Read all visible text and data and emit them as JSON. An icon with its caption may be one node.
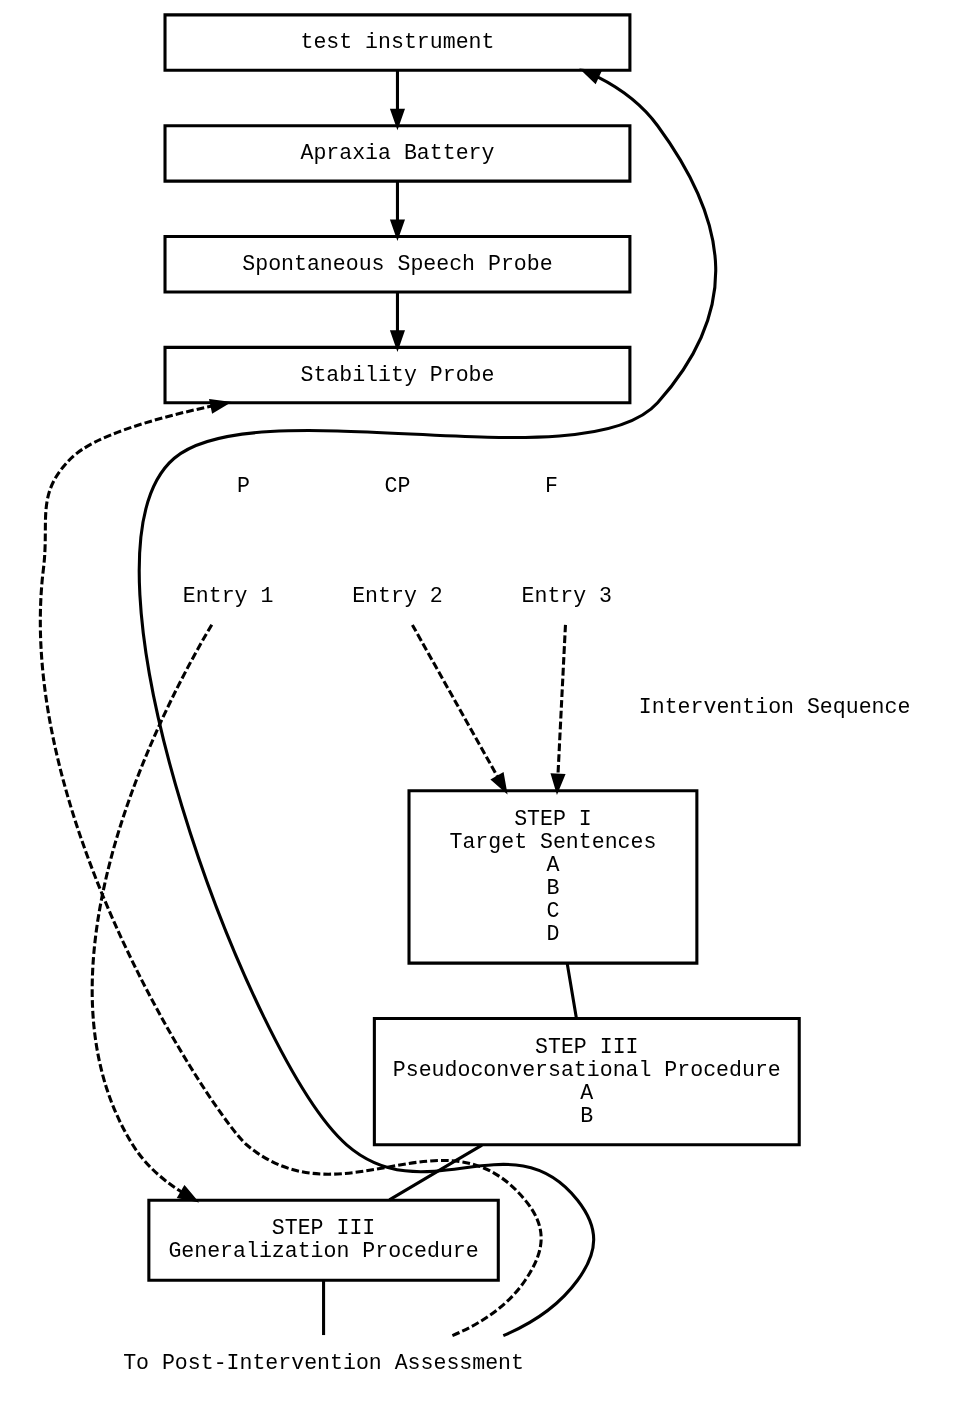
{
  "diagram": {
    "nodes": [
      {
        "text": [
          "test instrument"
        ]
      },
      {
        "text": [
          "Apraxia Battery"
        ]
      },
      {
        "text": [
          "Spontaneous Speech Probe"
        ]
      },
      {
        "text": [
          "Stability Probe"
        ]
      },
      {
        "text": [
          "Entry 1"
        ]
      },
      {
        "text": [
          "Entry 2"
        ]
      },
      {
        "text": [
          "Entry 3"
        ]
      },
      {
        "text": [
          "STEP I",
          "Target Sentences",
          "A",
          "B",
          "C",
          "D"
        ]
      },
      {
        "text": [
          "STEP III",
          "Pseudoconversational Procedure",
          "A",
          "B"
        ]
      },
      {
        "text": [
          "STEP III",
          "Generalization Procedure"
        ]
      },
      {
        "text": [
          "To Post-Intervention Assessment"
        ]
      }
    ],
    "edges": [
      {
        "from": 0,
        "to": 1,
        "arrow": "to"
      },
      {
        "from": 1,
        "to": 2,
        "arrow": "to"
      },
      {
        "from": 2,
        "to": 3,
        "arrow": "to"
      },
      {
        "from": 10,
        "to": 3,
        "arrow": "to",
        "style": "dashed"
      },
      {
        "from": 6,
        "to": 7,
        "arrow": "to",
        "style": "dashed"
      },
      {
        "from": 5,
        "to": 7,
        "arrow": "to",
        "style": "dashed"
      },
      {
        "from": 4,
        "to": 9,
        "arrow": "to",
        "style": "dashed"
      },
      {
        "from": 7,
        "to": 8,
        "arrow": "none"
      },
      {
        "from": 8,
        "to": 9,
        "arrow": "none"
      },
      {
        "from": 9,
        "to": 10,
        "arrow": "none"
      },
      {
        "from": 10,
        "to": 0,
        "arrow": "to"
      }
    ],
    "labels": [
      "P",
      "CP",
      "F",
      "Intervention Sequence"
    ]
  }
}
